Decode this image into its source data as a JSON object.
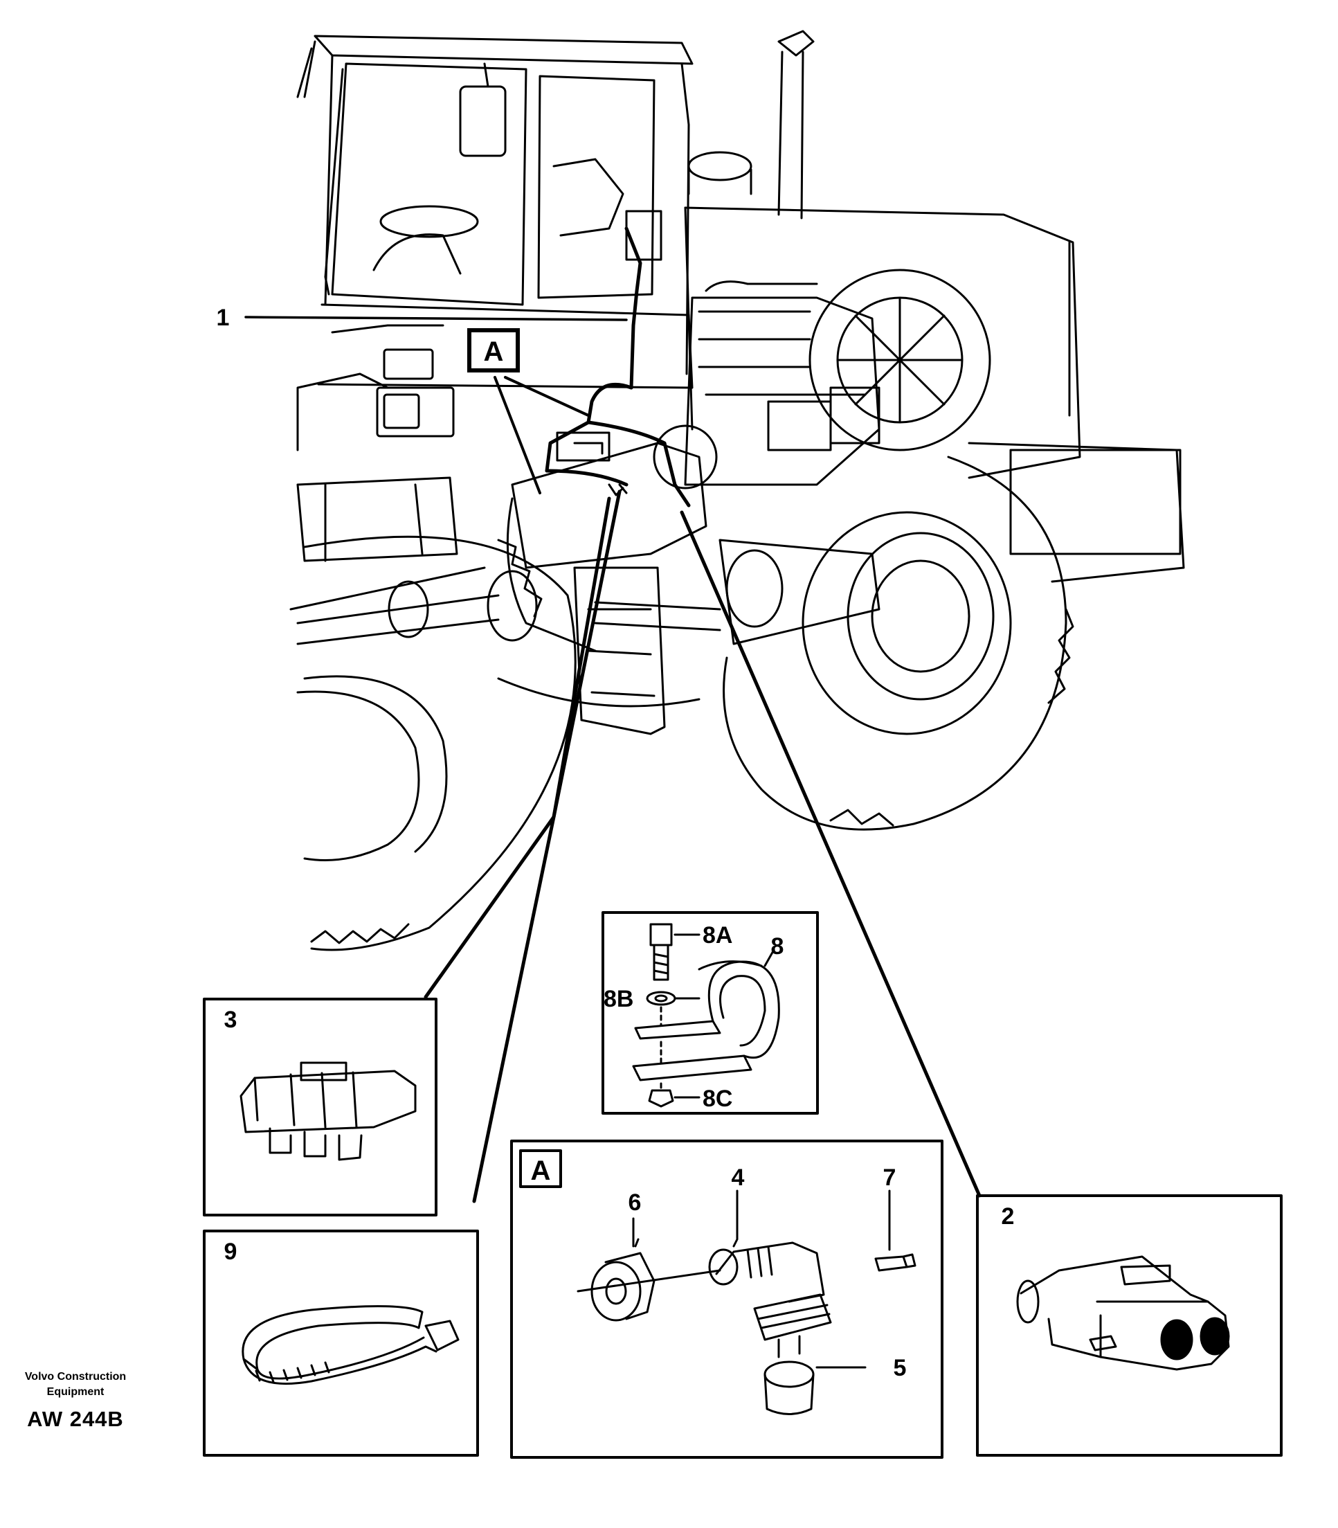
{
  "callouts": {
    "c1": "1",
    "cA": "A",
    "c2": "2",
    "c3": "3",
    "c4": "4",
    "c5": "5",
    "c6": "6",
    "c7": "7",
    "c8": "8",
    "c8A": "8A",
    "c8B": "8B",
    "c8C": "8C",
    "c9": "9"
  },
  "detail_a": {
    "tag": "A"
  },
  "footer": {
    "maker_line1": "Volvo Construction",
    "maker_line2": "Equipment",
    "code": "AW 244B"
  }
}
